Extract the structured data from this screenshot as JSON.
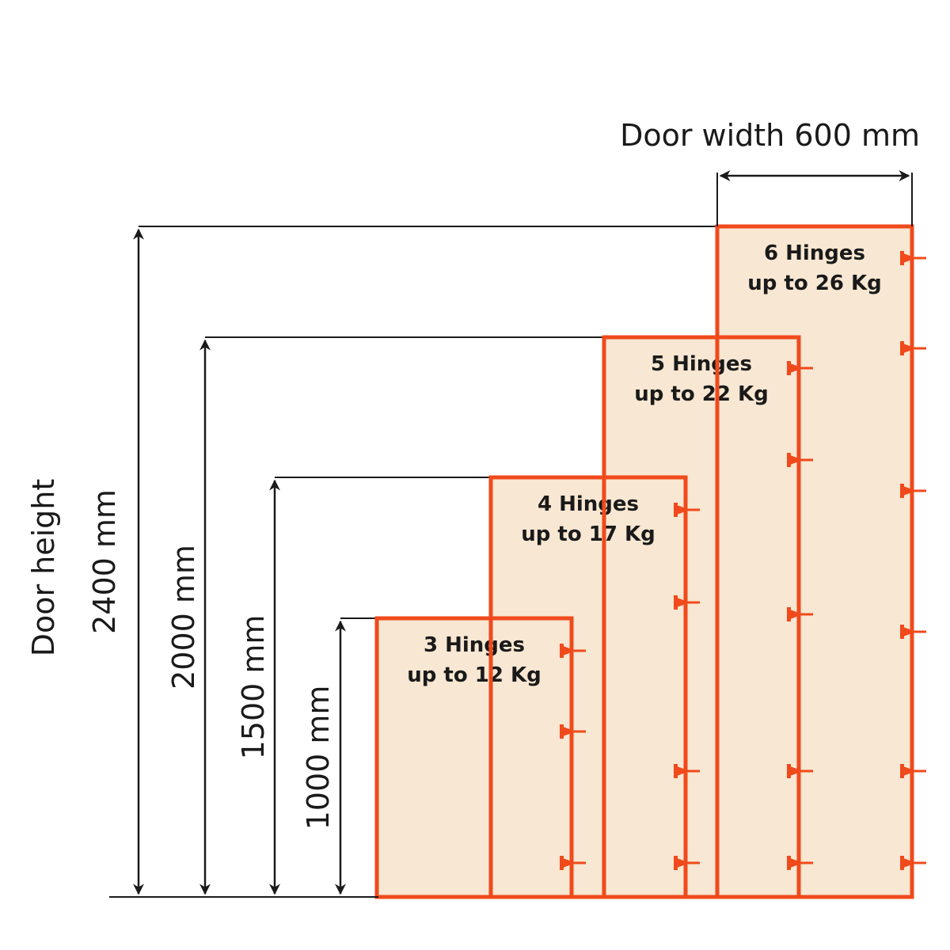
{
  "title": "Door width 600 mm",
  "height_axis_label": "Door height",
  "colors": {
    "door_stroke": "#f04a1c",
    "door_fill": "#f8e7d2",
    "line": "#1a1a1a"
  },
  "doors": [
    {
      "height_label": "1000 mm",
      "hinges_label": "3 Hinges",
      "weight_label": "up to 12 Kg",
      "hinge_count": 3,
      "height_mm": 1000,
      "max_weight_kg": 12
    },
    {
      "height_label": "1500 mm",
      "hinges_label": "4 Hinges",
      "weight_label": "up to 17 Kg",
      "hinge_count": 4,
      "height_mm": 1500,
      "max_weight_kg": 17
    },
    {
      "height_label": "2000 mm",
      "hinges_label": "5 Hinges",
      "weight_label": "up to 22 Kg",
      "hinge_count": 5,
      "height_mm": 2000,
      "max_weight_kg": 22
    },
    {
      "height_label": "2400 mm",
      "hinges_label": "6 Hinges",
      "weight_label": "up to 26 Kg",
      "hinge_count": 6,
      "height_mm": 2400,
      "max_weight_kg": 26
    }
  ]
}
